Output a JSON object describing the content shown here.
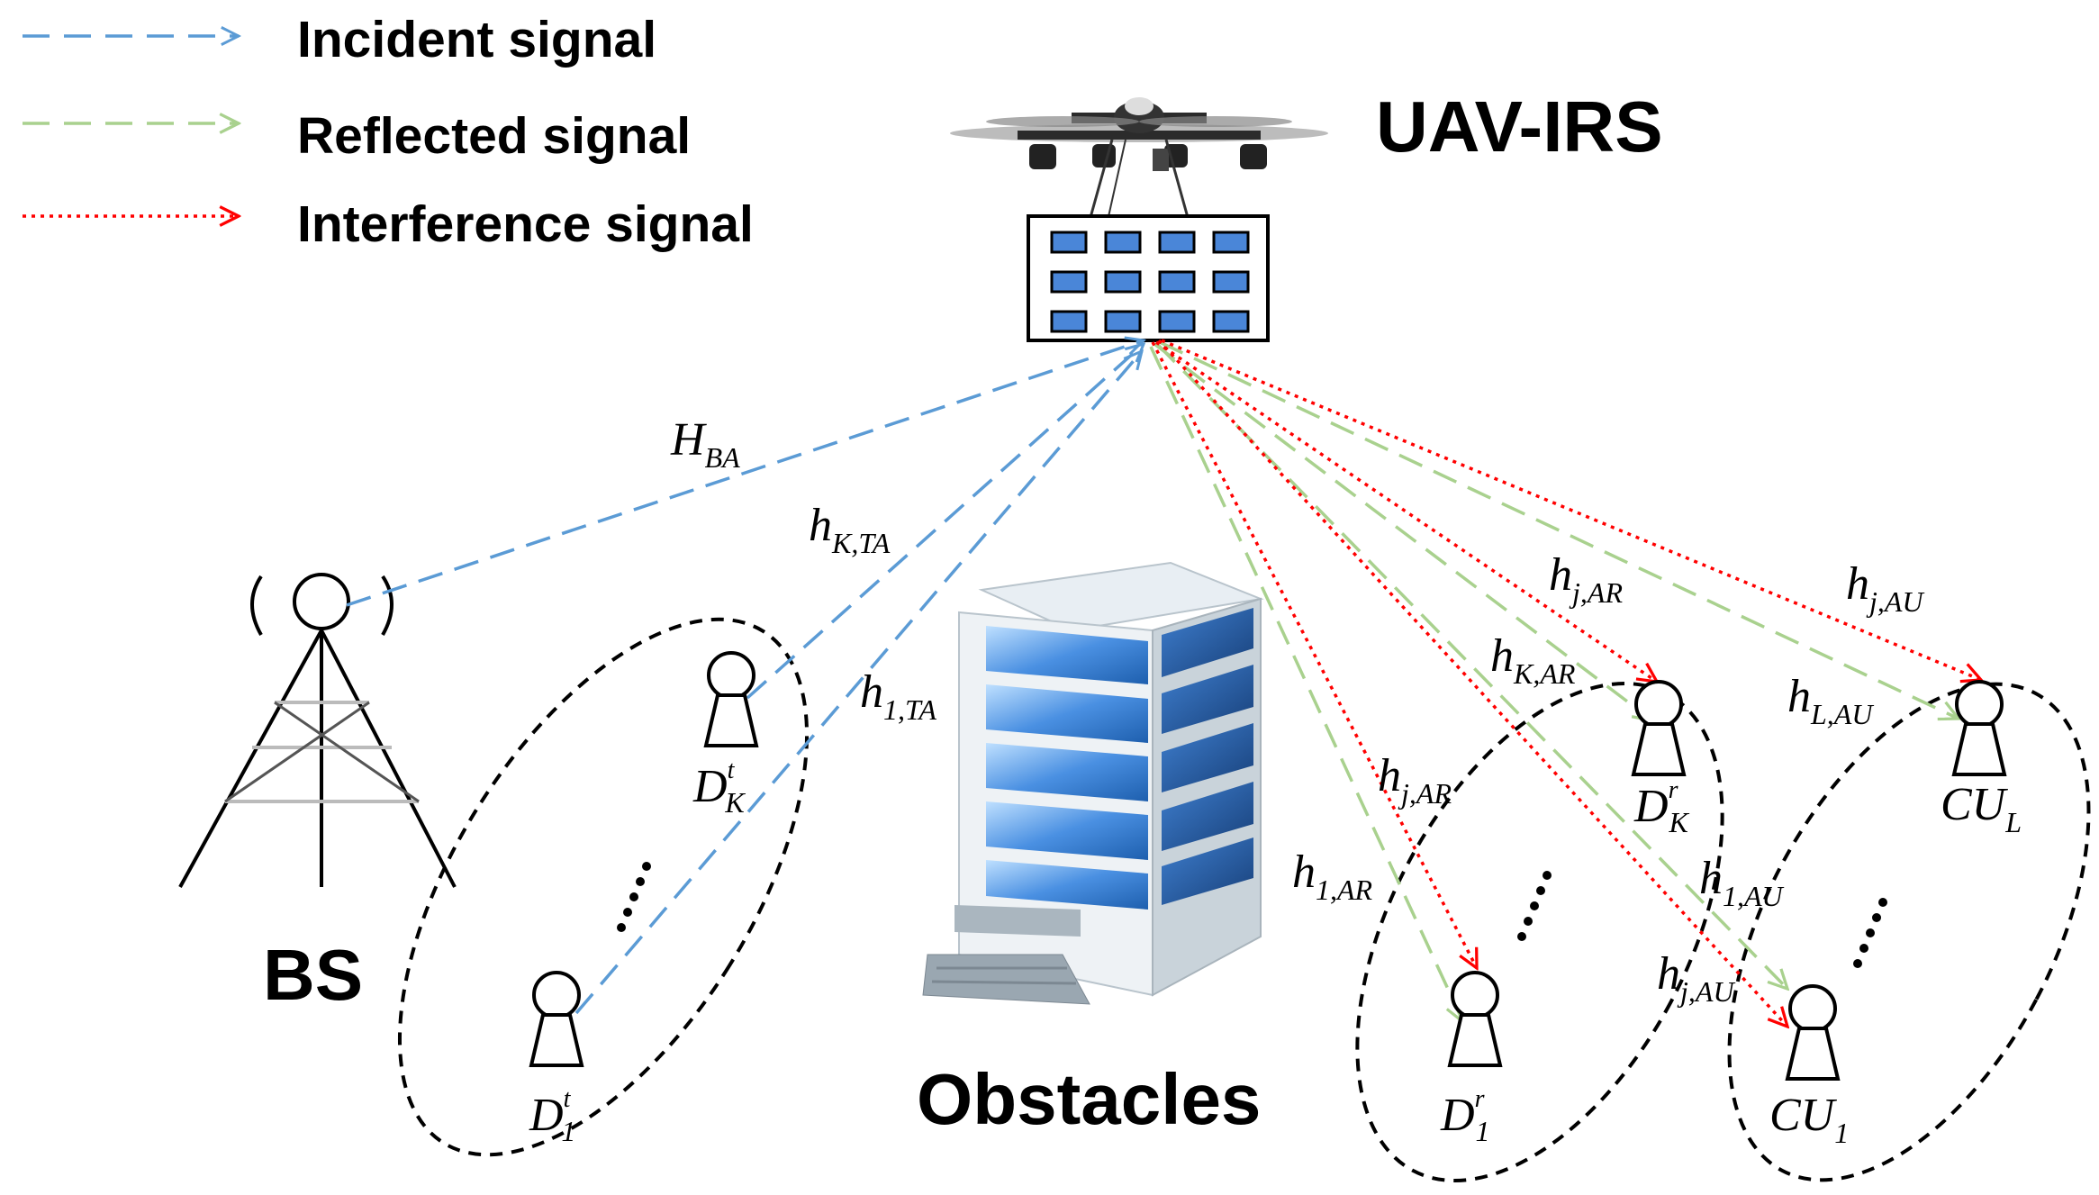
{
  "legend": {
    "incident": "Incident signal",
    "reflected": "Reflected signal",
    "interference": "Interference signal"
  },
  "labels": {
    "uav": "UAV-IRS",
    "bs": "BS",
    "obstacles": "Obstacles"
  },
  "channels": {
    "h_ba": {
      "main": "H",
      "sub": "BA"
    },
    "h_kta": {
      "main": "h",
      "sub": "K,TA"
    },
    "h_1ta": {
      "main": "h",
      "sub": "1,TA"
    },
    "h_jar_top": {
      "main": "h",
      "sub": "j,AR"
    },
    "h_kar": {
      "main": "h",
      "sub": "K,AR"
    },
    "h_jar_mid": {
      "main": "h",
      "sub": "j,AR"
    },
    "h_1ar": {
      "main": "h",
      "sub": "1,AR"
    },
    "h_jau_top": {
      "main": "h",
      "sub": "j,AU"
    },
    "h_lau": {
      "main": "h",
      "sub": "L,AU"
    },
    "h_1au": {
      "main": "h",
      "sub": "1,AU"
    },
    "h_jau_bot": {
      "main": "h",
      "sub": "j,AU"
    }
  },
  "nodes": {
    "dtk": {
      "main": "D",
      "sup": "t",
      "sub": "K"
    },
    "dt1": {
      "main": "D",
      "sup": "t",
      "sub": "1"
    },
    "drk": {
      "main": "D",
      "sup": "r",
      "sub": "K"
    },
    "dr1": {
      "main": "D",
      "sup": "r",
      "sub": "1"
    },
    "cul": {
      "main": "CU",
      "sub": "L"
    },
    "cu1": {
      "main": "CU",
      "sub": "1"
    }
  },
  "colors": {
    "incident": "#5b9bd5",
    "reflected": "#a9d18e",
    "interference": "#ff0000",
    "irs_element": "#4a86d8"
  }
}
